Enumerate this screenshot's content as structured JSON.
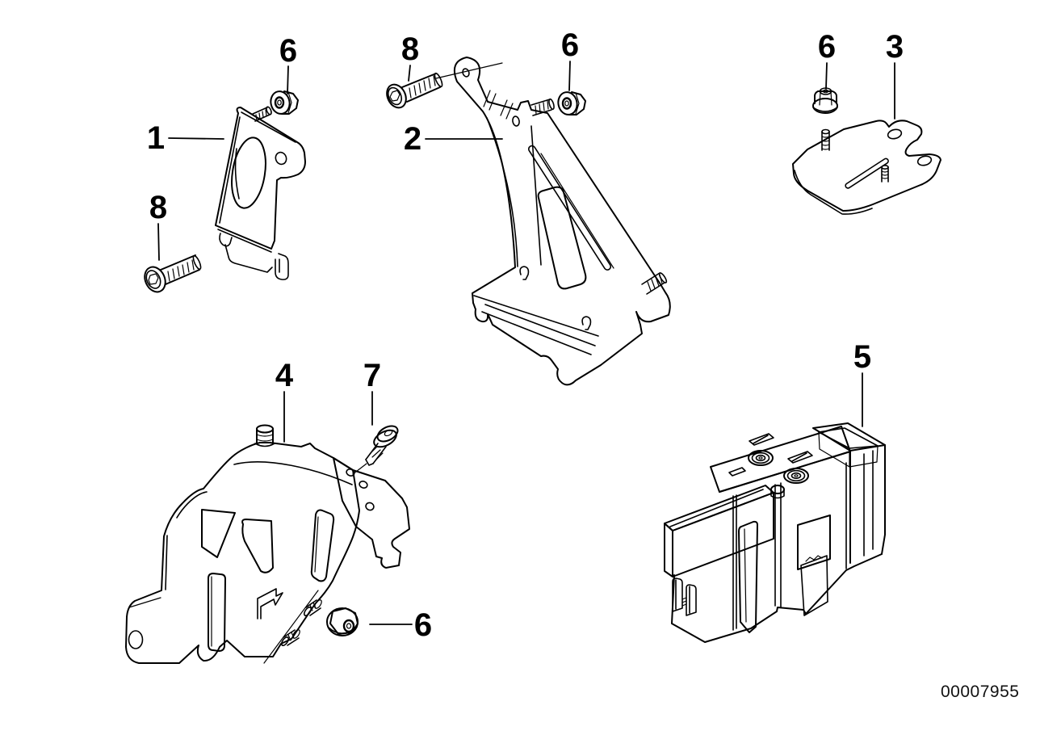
{
  "diagram": {
    "number": "00007955",
    "background_color": "#ffffff",
    "line_color": "#000000",
    "callouts": [
      {
        "label": "6"
      },
      {
        "label": "1"
      },
      {
        "label": "8"
      },
      {
        "label": "8"
      },
      {
        "label": "2"
      },
      {
        "label": "6"
      },
      {
        "label": "6"
      },
      {
        "label": "3"
      },
      {
        "label": "4"
      },
      {
        "label": "7"
      },
      {
        "label": "6"
      },
      {
        "label": "5"
      }
    ]
  }
}
